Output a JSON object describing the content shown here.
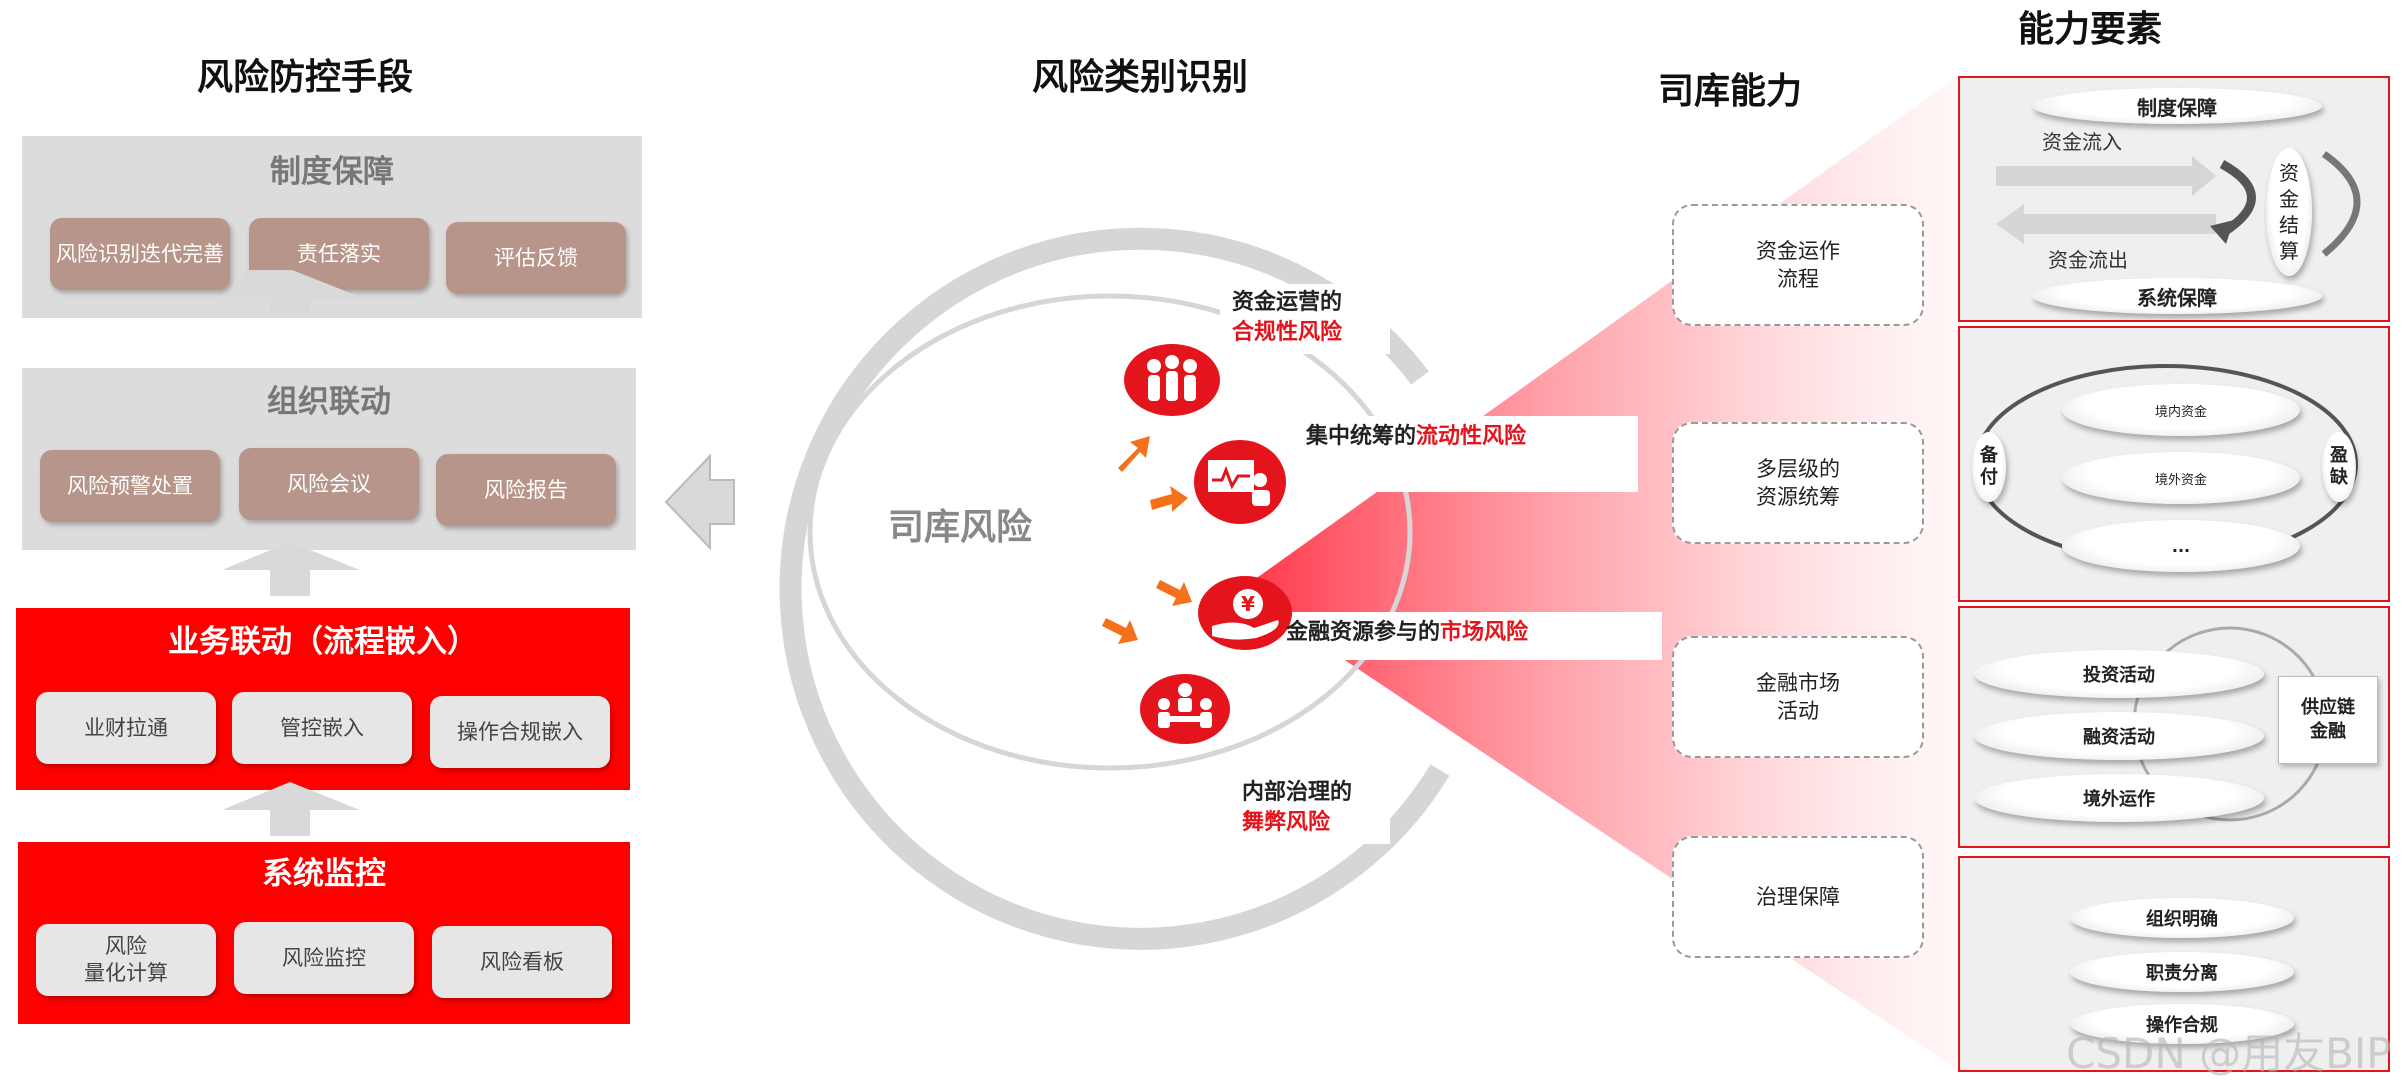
{
  "left": {
    "title": "风险防控手段",
    "institution": {
      "title": "制度保障",
      "items": [
        "风险识别迭代完善",
        "责任落实",
        "评估反馈"
      ]
    },
    "organization": {
      "title": "组织联动",
      "items": [
        "风险预警处置",
        "风险会议",
        "风险报告"
      ]
    },
    "business": {
      "title": "业务联动（流程嵌入）",
      "items": [
        "业财拉通",
        "管控嵌入",
        "操作合规嵌入"
      ]
    },
    "system": {
      "title": "系统监控",
      "items": [
        "风险\n量化计算",
        "风险监控",
        "风险看板"
      ]
    }
  },
  "middle": {
    "title": "风险类别识别",
    "center": "司库风险",
    "risks": [
      {
        "prefix": "资金运营的",
        "highlight": "合规性风险"
      },
      {
        "prefix": "集中统筹的",
        "highlight": "流动性风险"
      },
      {
        "prefix": "金融资源参与的",
        "highlight": "市场风险"
      },
      {
        "prefix": "内部治理的",
        "highlight": "舞弊风险"
      }
    ],
    "icons": [
      "team-icon",
      "monitor-person-icon",
      "yuan-hand-icon",
      "meeting-icon"
    ]
  },
  "capability": {
    "title": "司库能力",
    "items": [
      "资金运作\n流程",
      "多层级的\n资源统筹",
      "金融市场\n活动",
      "治理保障"
    ]
  },
  "elements": {
    "title": "能力要素",
    "box1": {
      "top": "制度保障",
      "inflow": "资金流入",
      "outflow": "资金流出",
      "settle": "资\n金\n结\n算",
      "bottom": "系统保障"
    },
    "box2": {
      "left": "备\n付",
      "right": "盈\n缺",
      "items": [
        "境内资金",
        "境外资金",
        "..."
      ]
    },
    "box3": {
      "items": [
        "投资活动",
        "融资活动",
        "境外运作"
      ],
      "right": "供应链\n金融"
    },
    "box4": {
      "items": [
        "组织明确",
        "职责分离",
        "操作合规"
      ]
    }
  },
  "watermark": "CSDN @用友BIP",
  "colors": {
    "accent": "#e3141c",
    "brown": "#b8958a",
    "grey_panel": "#dcdcdc",
    "orange_arrow": "#f5701a"
  }
}
